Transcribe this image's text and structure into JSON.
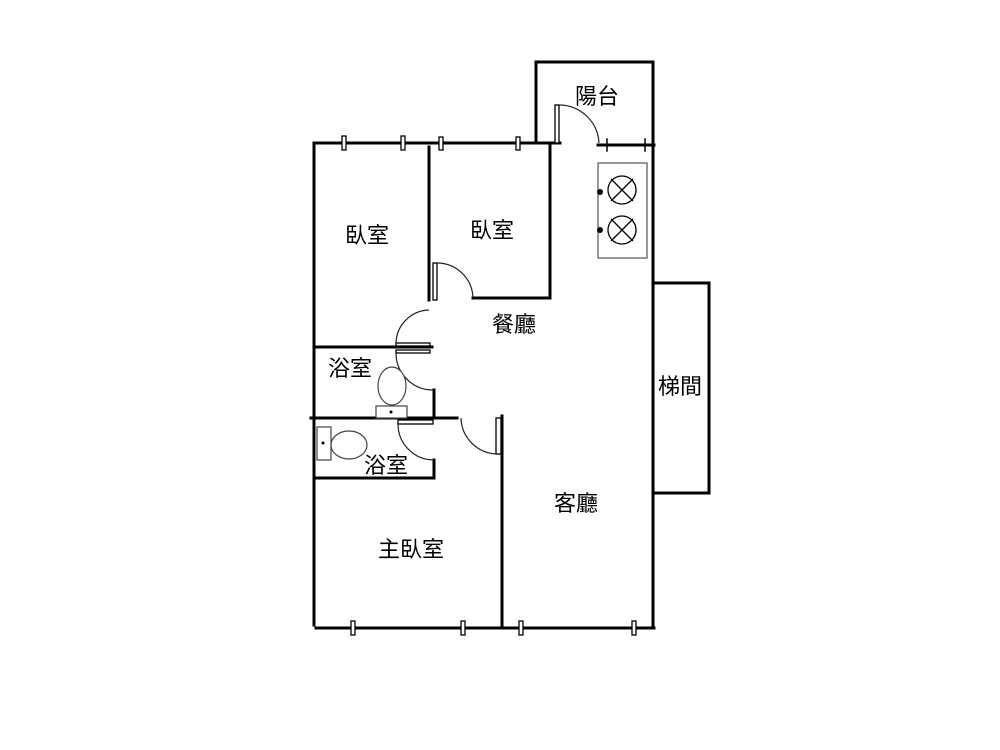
{
  "rooms": {
    "balcony": "陽台",
    "bedroom_1": "臥室",
    "bedroom_2": "臥室",
    "dining": "餐廳",
    "bathroom_1": "浴室",
    "bathroom_2": "浴室",
    "living": "客廳",
    "master_bedroom": "主臥室",
    "stairwell": "梯間"
  },
  "icons": [
    "stove-icon",
    "toilet-icon",
    "door-swing-icon",
    "window-icon"
  ],
  "colors": {
    "line": "#000000",
    "background": "#ffffff"
  }
}
